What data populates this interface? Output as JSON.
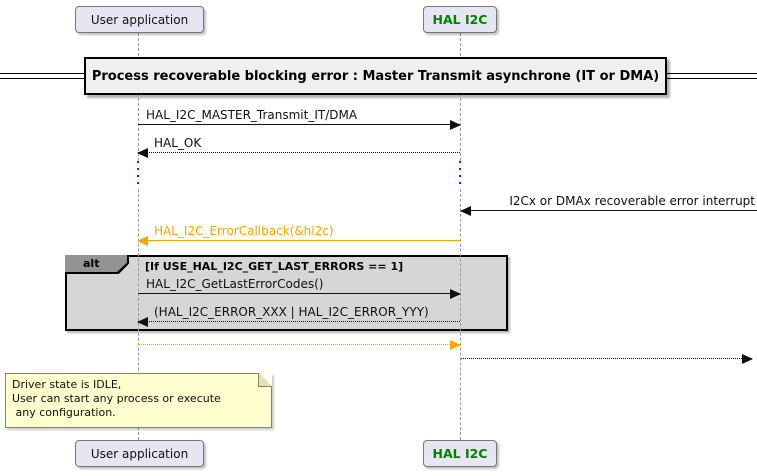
{
  "colors": {
    "orange": "#FFA500",
    "green": "#008000",
    "note-bg": "#FEFECE",
    "note-border": "#82826E",
    "alt-bg": "#D6D6D6",
    "alt-tab": "#939393",
    "delay-red": "#A80036",
    "participant-bg": "#E6E6F2",
    "participant-border": "#76767E",
    "banner-bg": "#EFEFEF",
    "lifeline-gray": "#999999"
  },
  "participants": {
    "user": "User application",
    "hal": "HAL I2C"
  },
  "title": "Process recoverable blocking error : Master Transmit asynchrone (IT or DMA)",
  "messages": {
    "transmit": "HAL_I2C_MASTER_Transmit_IT/DMA",
    "hal_ok": "HAL_OK",
    "interrupt": "I2Cx or DMAx recoverable error interrupt",
    "error_callback": "HAL_I2C_ErrorCallback(&hi2c)",
    "get_last_error": "HAL_I2C_GetLastErrorCodes()",
    "error_codes": "(HAL_I2C_ERROR_XXX | HAL_I2C_ERROR_YYY)"
  },
  "alt": {
    "label": "alt",
    "condition": "[If USE_HAL_I2C_GET_LAST_ERRORS == 1]"
  },
  "note": {
    "line1": "Driver state is IDLE,",
    "line2": "User can start any process or execute",
    "line3": " any configuration."
  }
}
